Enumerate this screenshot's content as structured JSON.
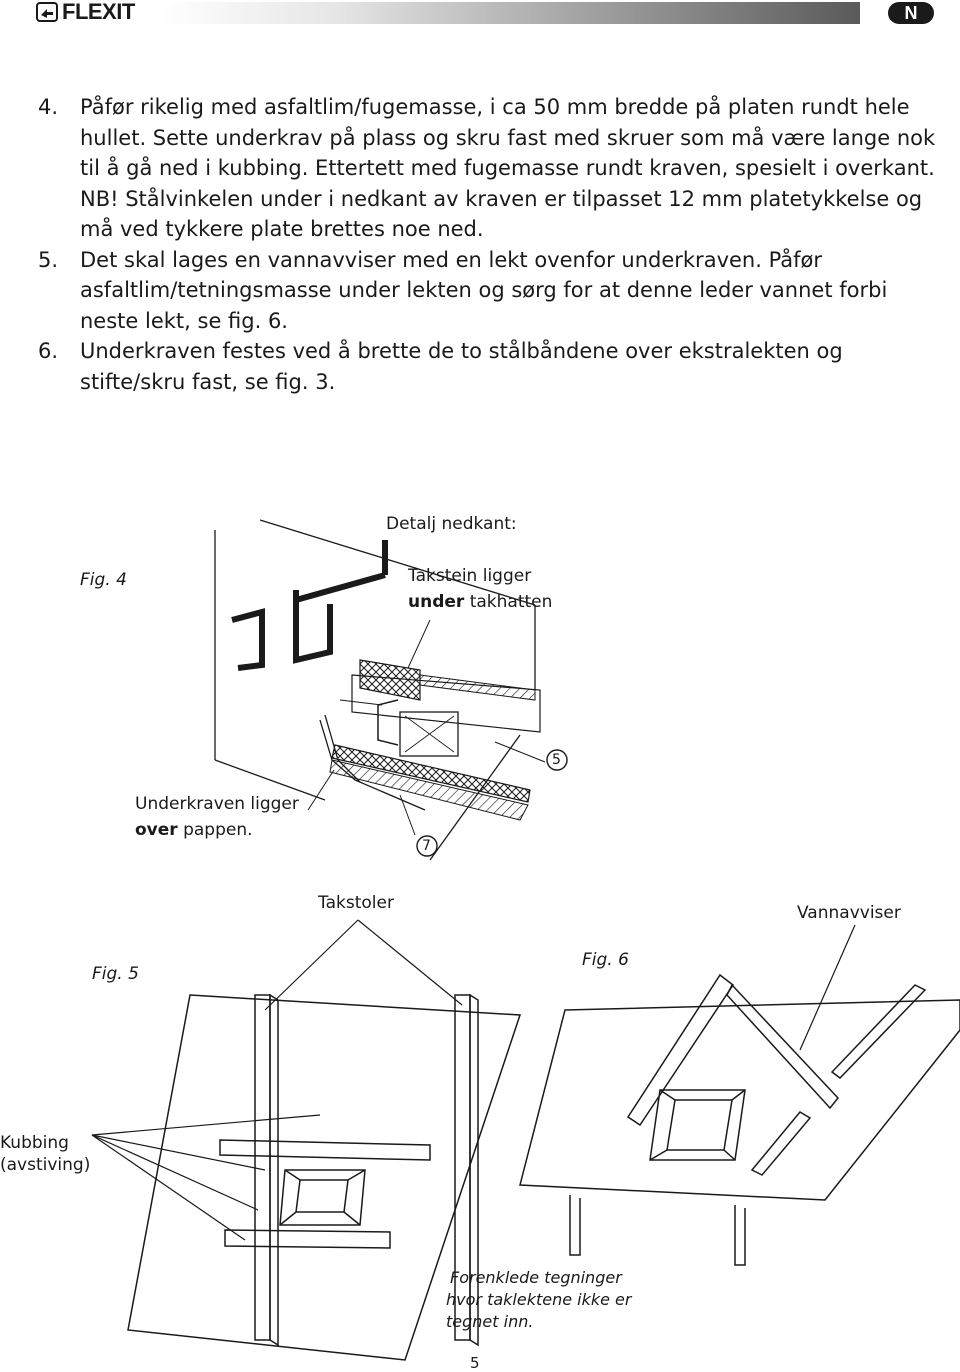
{
  "header": {
    "brand": "FLEXIT",
    "language_badge": "N"
  },
  "steps": [
    {
      "num": "4.",
      "text": "Påfør rikelig med asfaltlim/fugemasse, i ca 50 mm bredde på platen rundt hele hullet. Sette underkrav på plass og skru fast med skruer som må være lange nok til å gå ned i kubbing. Ettertett med fugemasse rundt kraven, spesielt i overkant. NB! Stålvinkelen under i nedkant av kraven er tilpasset 12 mm platetykkelse og må ved tykkere plate brettes noe ned."
    },
    {
      "num": "5.",
      "text": "Det skal lages en vannavviser med en lekt ovenfor underkraven. Påfør asfaltlim/tetningsmasse under lekten og sørg for at denne leder vannet forbi neste lekt, se fig. 6."
    },
    {
      "num": "6.",
      "text": "Underkraven festes ved å brette de to stålbåndene over ekstralekten og stifte/skru fast, se fig. 3."
    }
  ],
  "fig4": {
    "fig_label": "Fig. 4",
    "detail_title": "Detalj nedkant:",
    "tile_note_line1": "Takstein ligger",
    "tile_note_bold": "under",
    "tile_note_rest": " takhatten",
    "underlay_note_line1": "Underkraven ligger",
    "underlay_note_bold": "over",
    "underlay_note_rest": " pappen.",
    "marker_5": "5",
    "marker_7": "7"
  },
  "fig5": {
    "fig_label": "Fig. 5",
    "takstoler_label": "Takstoler",
    "kubbing_line1": "Kubbing",
    "kubbing_line2": "(avstiving)"
  },
  "fig6": {
    "fig_label": "Fig. 6",
    "vannavviser_label": "Vannavviser",
    "note_line1": "Forenklede tegninger",
    "note_line2": "hvor taklektene ikke er",
    "note_line3": "tegnet inn."
  },
  "footer": {
    "page_number": "5"
  }
}
